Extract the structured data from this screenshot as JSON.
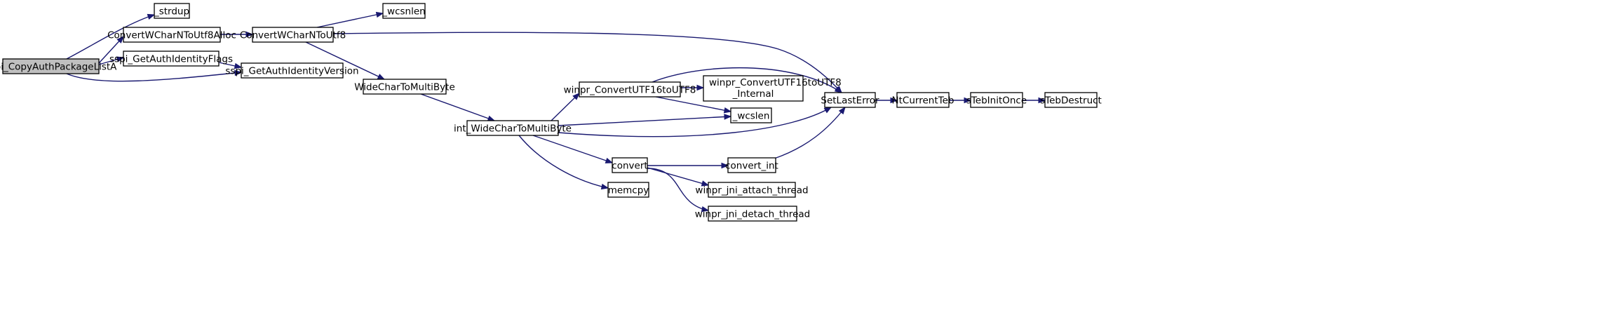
{
  "graph": {
    "colors": {
      "edge": "#191970",
      "root_fill": "#bfbfbf",
      "node_fill": "#ffffff",
      "border": "#000000"
    },
    "nodes": [
      {
        "id": "sspi_CopyAuthPackageListA",
        "label": "sspi_CopyAuthPackageListA",
        "root": true
      },
      {
        "id": "_strdup",
        "label": "_strdup"
      },
      {
        "id": "ConvertWCharNToUtf8Alloc",
        "label": "ConvertWCharNToUtf8Alloc"
      },
      {
        "id": "sspi_GetAuthIdentityFlags",
        "label": "sspi_GetAuthIdentityFlags"
      },
      {
        "id": "sspi_GetAuthIdentityVersion",
        "label": "sspi_GetAuthIdentityVersion"
      },
      {
        "id": "ConvertWCharNToUtf8",
        "label": "ConvertWCharNToUtf8"
      },
      {
        "id": "_wcsnlen",
        "label": "_wcsnlen"
      },
      {
        "id": "WideCharToMultiByte",
        "label": "WideCharToMultiByte"
      },
      {
        "id": "int_WideCharToMultiByte",
        "label": "int_WideCharToMultiByte"
      },
      {
        "id": "winpr_ConvertUTF16toUTF8",
        "label": "winpr_ConvertUTF16toUTF8"
      },
      {
        "id": "winpr_ConvertUTF16toUTF8_Internal",
        "label": "winpr_ConvertUTF16toUTF8",
        "label2": "_Internal"
      },
      {
        "id": "_wcslen",
        "label": "_wcslen"
      },
      {
        "id": "convert",
        "label": "convert"
      },
      {
        "id": "memcpy",
        "label": "memcpy"
      },
      {
        "id": "convert_int",
        "label": "convert_int"
      },
      {
        "id": "winpr_jni_attach_thread",
        "label": "winpr_jni_attach_thread"
      },
      {
        "id": "winpr_jni_detach_thread",
        "label": "winpr_jni_detach_thread"
      },
      {
        "id": "SetLastError",
        "label": "SetLastError"
      },
      {
        "id": "NtCurrentTeb",
        "label": "NtCurrentTeb"
      },
      {
        "id": "sTebInitOnce",
        "label": "sTebInitOnce"
      },
      {
        "id": "sTebDestruct",
        "label": "sTebDestruct"
      }
    ],
    "edges": [
      {
        "from": "sspi_CopyAuthPackageListA",
        "to": "_strdup"
      },
      {
        "from": "sspi_CopyAuthPackageListA",
        "to": "ConvertWCharNToUtf8Alloc"
      },
      {
        "from": "sspi_CopyAuthPackageListA",
        "to": "sspi_GetAuthIdentityFlags"
      },
      {
        "from": "sspi_CopyAuthPackageListA",
        "to": "sspi_GetAuthIdentityVersion"
      },
      {
        "from": "ConvertWCharNToUtf8Alloc",
        "to": "ConvertWCharNToUtf8"
      },
      {
        "from": "sspi_GetAuthIdentityFlags",
        "to": "sspi_GetAuthIdentityVersion"
      },
      {
        "from": "ConvertWCharNToUtf8",
        "to": "_wcsnlen"
      },
      {
        "from": "ConvertWCharNToUtf8",
        "to": "WideCharToMultiByte"
      },
      {
        "from": "ConvertWCharNToUtf8",
        "to": "SetLastError"
      },
      {
        "from": "WideCharToMultiByte",
        "to": "int_WideCharToMultiByte"
      },
      {
        "from": "int_WideCharToMultiByte",
        "to": "winpr_ConvertUTF16toUTF8"
      },
      {
        "from": "int_WideCharToMultiByte",
        "to": "_wcslen"
      },
      {
        "from": "int_WideCharToMultiByte",
        "to": "SetLastError"
      },
      {
        "from": "int_WideCharToMultiByte",
        "to": "convert"
      },
      {
        "from": "int_WideCharToMultiByte",
        "to": "memcpy"
      },
      {
        "from": "winpr_ConvertUTF16toUTF8",
        "to": "winpr_ConvertUTF16toUTF8_Internal"
      },
      {
        "from": "winpr_ConvertUTF16toUTF8",
        "to": "_wcslen"
      },
      {
        "from": "winpr_ConvertUTF16toUTF8",
        "to": "SetLastError"
      },
      {
        "from": "convert",
        "to": "convert_int"
      },
      {
        "from": "convert",
        "to": "winpr_jni_attach_thread"
      },
      {
        "from": "convert",
        "to": "winpr_jni_detach_thread"
      },
      {
        "from": "convert_int",
        "to": "SetLastError"
      },
      {
        "from": "SetLastError",
        "to": "NtCurrentTeb"
      },
      {
        "from": "NtCurrentTeb",
        "to": "sTebInitOnce"
      },
      {
        "from": "sTebInitOnce",
        "to": "sTebDestruct"
      }
    ]
  }
}
